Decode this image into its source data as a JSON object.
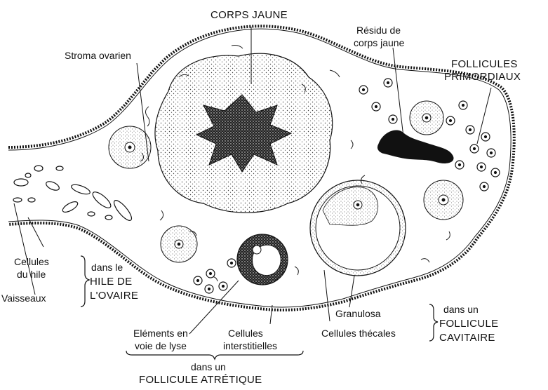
{
  "labels": {
    "corps_jaune": "CORPS JAUNE",
    "residu_line1": "Résidu de",
    "residu_line2": "corps jaune",
    "stroma": "Stroma ovarien",
    "follicules_prim_line1": "FOLLICULES",
    "follicules_prim_line2": "PRIMORDIAUX",
    "cellules_du_hile_line1": "Cellules",
    "cellules_du_hile_line2": "du hile",
    "dans_le": "dans le",
    "hile_de": "HILE DE",
    "l_ovaire": "L'OVAIRE",
    "vaisseaux": "Vaisseaux",
    "granulosa": "Granulosa",
    "cellules_thecales": "Cellules thécales",
    "dans_un_cavitaire": "dans un",
    "follicule_cavitaire_line1": "FOLLICULE",
    "follicule_cavitaire_line2": "CAVITAIRE",
    "elements_line1": "Eléments en",
    "elements_line2": "voie de lyse",
    "interstitielles_line1": "Cellules",
    "interstitielles_line2": "interstitielles",
    "dans_un_atretique": "dans un",
    "follicule_atretique": "FOLLICULE ATRÉTIQUE"
  },
  "colors": {
    "ink": "#111111",
    "background": "#ffffff",
    "stipple": "#333333"
  }
}
